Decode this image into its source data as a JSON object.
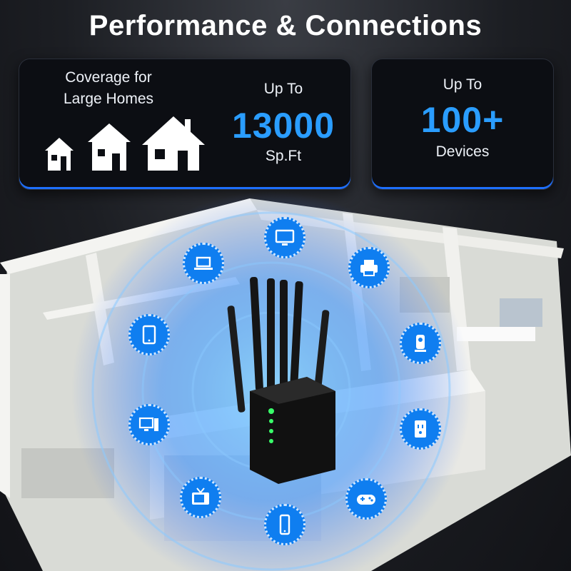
{
  "title": "Performance & Connections",
  "coverage": {
    "line1": "Coverage for",
    "line2": "Large Homes",
    "up_to": "Up To",
    "value": "13000",
    "unit": "Sp.Ft"
  },
  "devices": {
    "up_to": "Up To",
    "value": "100+",
    "label": "Devices"
  },
  "colors": {
    "accent": "#2a9dff",
    "node": "#0f7ef0",
    "card_bg": "#0c0e13"
  },
  "device_icons": [
    "monitor-icon",
    "laptop-icon",
    "printer-icon",
    "tablet-icon",
    "camera-icon",
    "desktop-icon",
    "smart-plug-icon",
    "tv-icon",
    "gamepad-icon",
    "phone-icon"
  ]
}
